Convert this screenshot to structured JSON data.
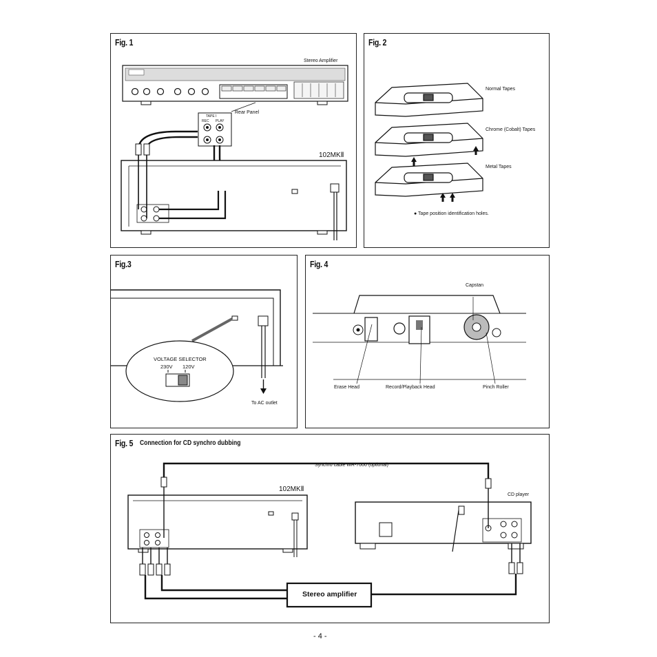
{
  "page_number": "- 4 -",
  "fig1": {
    "title": "Fig. 1",
    "stereo_amplifier": "Stereo Amplifier",
    "rear_panel": "Rear Panel",
    "tape1": "TAPE I",
    "rec": "REC",
    "play": "PLAY",
    "model": "102MKⅡ"
  },
  "fig2": {
    "title": "Fig. 2",
    "normal": "Normal Tapes",
    "chrome": "Chrome (Cobalt) Tapes",
    "metal": "Metal Tapes",
    "note": "● Tape position identification holes."
  },
  "fig3": {
    "title": "Fig.3",
    "voltage_selector": "VOLTAGE SELECTOR",
    "v230": "230V",
    "v120": "120V",
    "ac_outlet": "To AC outlet"
  },
  "fig4": {
    "title": "Fig. 4",
    "capstan": "Capstan",
    "erase_head": "Erase Head",
    "rec_play_head": "Record/Playback Head",
    "pinch_roller": "Pinch Roller"
  },
  "fig5": {
    "title": "Fig. 5",
    "subtitle": "Connection for CD synchro dubbing",
    "synchro_cable": "Synchro cable WR-7000 (optional)",
    "model": "102MKⅡ",
    "cd_player": "CD player",
    "stereo_amplifier": "Stereo amplifier"
  }
}
